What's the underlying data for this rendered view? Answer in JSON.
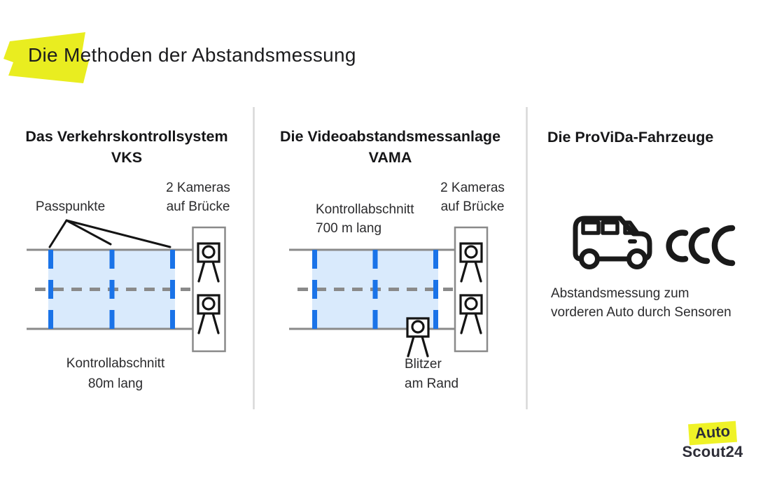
{
  "title": "Die Methoden der Abstandsmessung",
  "columns": {
    "vks": {
      "title_line1": "Das Verkehrskontrollsystem",
      "title_line2": "VKS",
      "passpunkte_label": "Passpunkte",
      "cameras_label_line1": "2 Kameras",
      "cameras_label_line2": "auf Brücke",
      "section_label_line1": "Kontrollabschnitt",
      "section_label_line2": "80m lang"
    },
    "vama": {
      "title_line1": "Die Videoabstandsmessanlage",
      "title_line2": "VAMA",
      "section_label_line1": "Kontrollabschnitt",
      "section_label_line2": "700 m lang",
      "cameras_label_line1": "2 Kameras",
      "cameras_label_line2": "auf Brücke",
      "blitzer_label_line1": "Blitzer",
      "blitzer_label_line2": "am Rand"
    },
    "provida": {
      "title": "Die ProViDa-Fahrzeuge",
      "caption_line1": "Abstandsmessung zum",
      "caption_line2": "vorderen Auto durch Sensoren"
    }
  },
  "logo": {
    "line1": "Auto",
    "line2": "Scout24"
  },
  "colors": {
    "highlight_yellow": "#e9ed20",
    "logo_yellow": "#eff227",
    "marker_blue": "#1a73e8",
    "section_fill_blue": "#d9eafc",
    "road_gray": "#8a8a8a",
    "divider_gray": "#d8d8d8",
    "icon_black": "#141414",
    "text_black": "#1d1d1f"
  }
}
